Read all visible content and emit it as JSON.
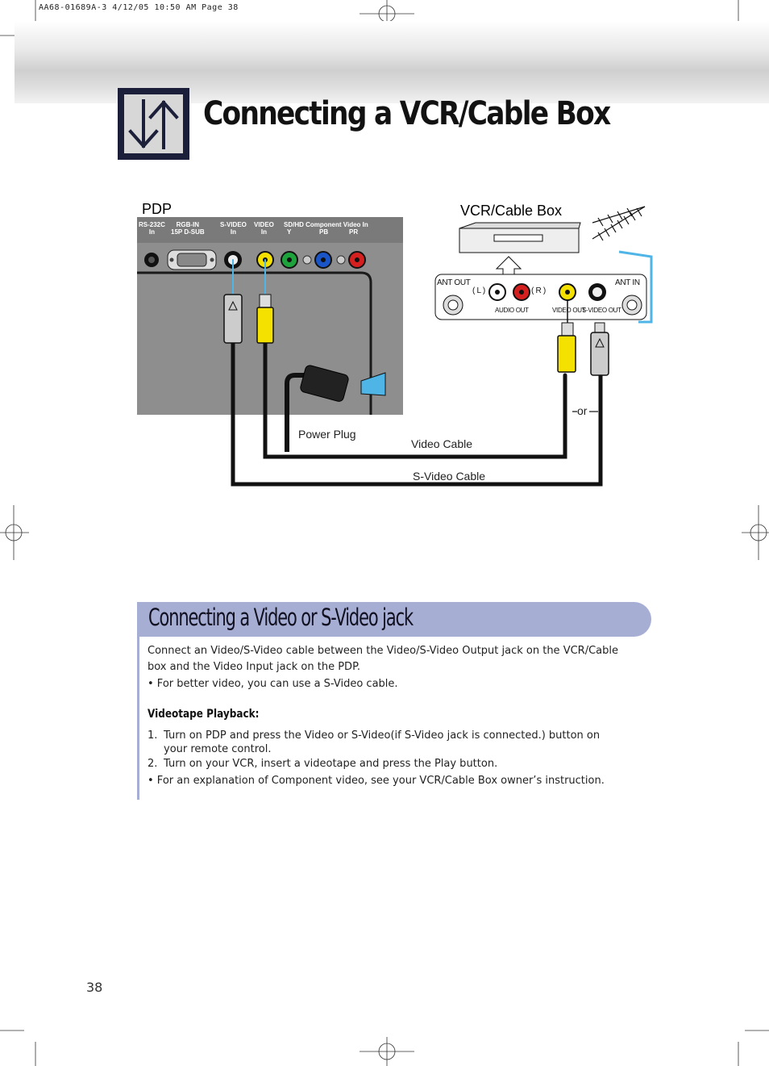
{
  "print_header": "AA68-01689A-3  4/12/05  10:50 AM  Page 38",
  "page": {
    "title": "Connecting a VCR/Cable Box",
    "number": "38"
  },
  "diagram": {
    "pdp_label": "PDP",
    "vcr_label": "VCR/Cable Box",
    "pdp_ports": {
      "rs232c": "RS-232C",
      "rs232c_sub": "In",
      "rgb_in": "RGB-IN",
      "rgb_sub": "15P D-SUB",
      "s_video": "S-VIDEO",
      "s_video_sub": "In",
      "video": "VIDEO",
      "video_sub": "In",
      "component": "SD/HD Component Video In",
      "comp_y": "Y",
      "comp_pb": "PB",
      "comp_pr": "PR"
    },
    "vcr_ports": {
      "ant_out": "ANT OUT",
      "ant_in": "ANT IN",
      "left": "( L )",
      "right": "( R )",
      "audio_out": "AUDIO OUT",
      "video_out": "VIDEO OUT",
      "s_video_out": "S-VIDEO OUT"
    },
    "or_label": "or",
    "power_plug_label": "Power Plug",
    "video_cable_label": "Video Cable",
    "s_video_cable_label": "S-Video Cable",
    "colors": {
      "video_yellow": "#f4e100",
      "cable_blue": "#4fb4e6",
      "panel_gray": "#8e8e8e",
      "section_bar": "#a7aed4"
    }
  },
  "section": {
    "title": "Connecting a Video or S-Video jack",
    "paragraph_1": "Connect an Video/S-Video cable between the Video/S-Video Output jack on the VCR/Cable box and the Video Input jack on the PDP.",
    "bullet_1": "• For better video, you can use a S-Video cable.",
    "subheading": "Videotape Playback:",
    "steps": [
      {
        "num": "1.",
        "text": "Turn on PDP and press the Video or S-Video(if S-Video jack is connected.) button on your remote control."
      },
      {
        "num": "2.",
        "text": "Turn on your VCR, insert a videotape and press the Play button."
      }
    ],
    "bullet_2": "• For an explanation of Component video, see your VCR/Cable Box owner’s instruction."
  }
}
